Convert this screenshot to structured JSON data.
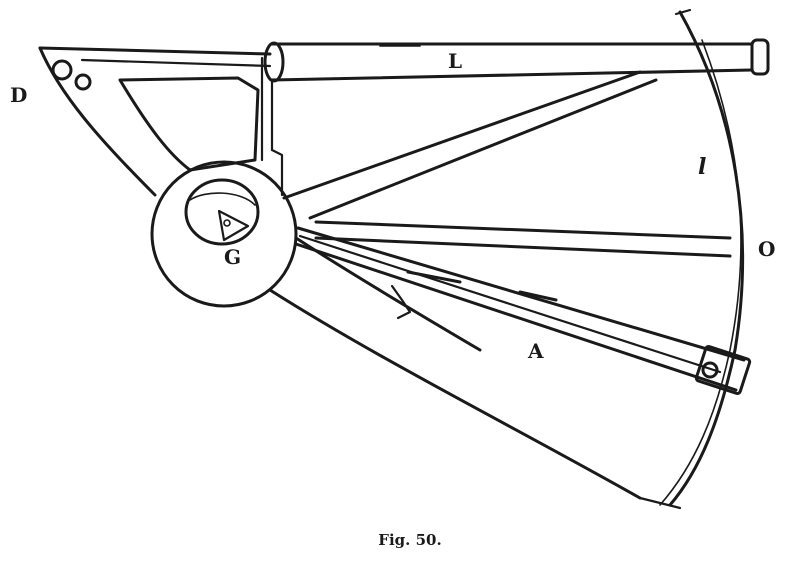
{
  "figure": {
    "caption": "Fig. 50.",
    "labels": {
      "D": "D",
      "L": "L",
      "l": "l",
      "O": "O",
      "G": "G",
      "A": "A"
    },
    "colors": {
      "ink": "#1a1a1a",
      "paper": "#ffffff"
    }
  }
}
